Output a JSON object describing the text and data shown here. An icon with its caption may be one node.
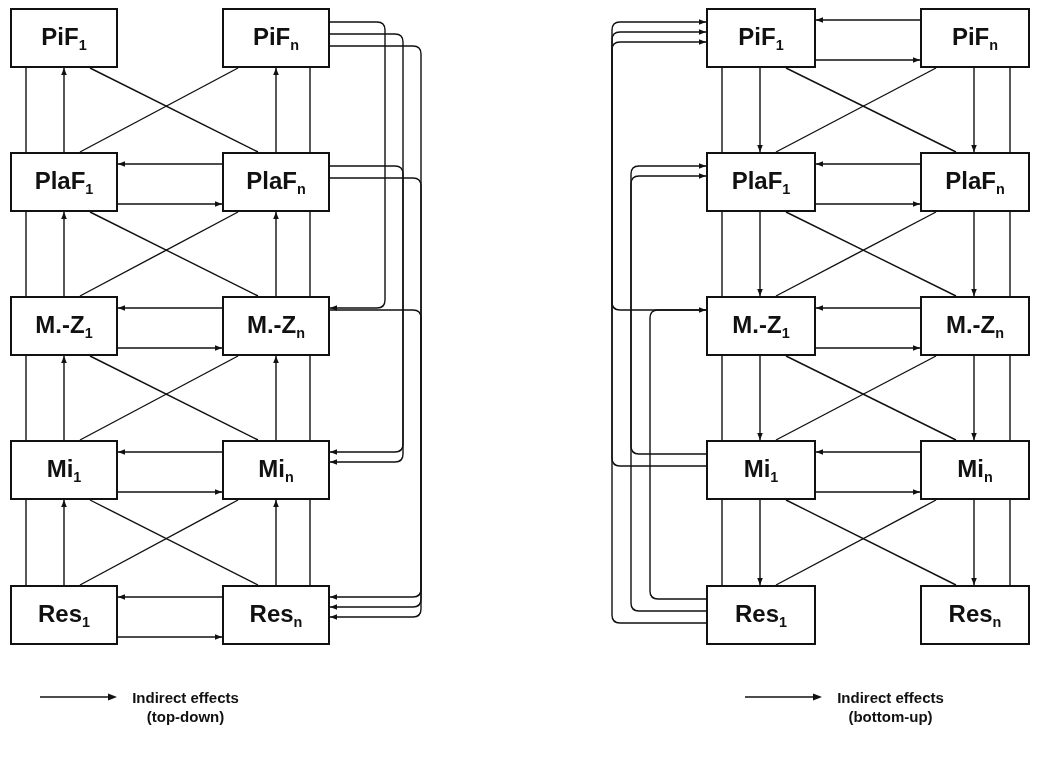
{
  "diagram": {
    "nodes": [
      {
        "text": [
          "PiF$_{1}$"
        ]
      },
      {
        "text": [
          "PiF$_{n}$"
        ]
      },
      {
        "text": [
          "PlaF$_{1}$"
        ]
      },
      {
        "text": [
          "PlaF$_{n}$"
        ]
      },
      {
        "text": [
          "M.-Z$_{1}$"
        ]
      },
      {
        "text": [
          "M.-Z$_{n}$"
        ]
      },
      {
        "text": [
          "Mi$_{1}$"
        ]
      },
      {
        "text": [
          "Mi$_{n}$"
        ]
      },
      {
        "text": [
          "Res$_{1}$"
        ]
      },
      {
        "text": [
          "Res$_{n}$"
        ]
      },
      {
        "text": [
          "PiF$_{1}$"
        ]
      },
      {
        "text": [
          "PiF$_{n}$"
        ]
      },
      {
        "text": [
          "PlaF$_{1}$"
        ]
      },
      {
        "text": [
          "PlaF$_{n}$"
        ]
      },
      {
        "text": [
          "M.-Z$_{1}$"
        ]
      },
      {
        "text": [
          "M.-Z$_{n}$"
        ]
      },
      {
        "text": [
          "Mi$_{1}$"
        ]
      },
      {
        "text": [
          "Mi$_{n}$"
        ]
      },
      {
        "text": [
          "Res$_{1}$"
        ]
      },
      {
        "text": [
          "Res$_{n}$"
        ]
      }
    ],
    "edges": [
      {
        "from": 2,
        "to": 0,
        "arrow": "to"
      },
      {
        "from": 3,
        "to": 1,
        "arrow": "to"
      },
      {
        "from": 4,
        "to": 2,
        "arrow": "to"
      },
      {
        "from": 5,
        "to": 3,
        "arrow": "to"
      },
      {
        "from": 6,
        "to": 4,
        "arrow": "to"
      },
      {
        "from": 7,
        "to": 5,
        "arrow": "to"
      },
      {
        "from": 8,
        "to": 6,
        "arrow": "to"
      },
      {
        "from": 9,
        "to": 7,
        "arrow": "to"
      },
      {
        "from": 0,
        "to": 3,
        "arrow": "none"
      },
      {
        "from": 1,
        "to": 2,
        "arrow": "none"
      },
      {
        "from": 2,
        "to": 5,
        "arrow": "none"
      },
      {
        "from": 3,
        "to": 4,
        "arrow": "none"
      },
      {
        "from": 4,
        "to": 7,
        "arrow": "none"
      },
      {
        "from": 5,
        "to": 6,
        "arrow": "none"
      },
      {
        "from": 6,
        "to": 9,
        "arrow": "none"
      },
      {
        "from": 7,
        "to": 8,
        "arrow": "none"
      },
      {
        "from": 0,
        "to": 2,
        "arrow": "none"
      },
      {
        "from": 1,
        "to": 3,
        "arrow": "none"
      },
      {
        "from": 2,
        "to": 4,
        "arrow": "none"
      },
      {
        "from": 3,
        "to": 5,
        "arrow": "none"
      },
      {
        "from": 4,
        "to": 6,
        "arrow": "none"
      },
      {
        "from": 5,
        "to": 7,
        "arrow": "none"
      },
      {
        "from": 6,
        "to": 8,
        "arrow": "none"
      },
      {
        "from": 7,
        "to": 9,
        "arrow": "none"
      },
      {
        "from": 3,
        "to": 2,
        "arrow": "to"
      },
      {
        "from": 2,
        "to": 3,
        "arrow": "to"
      },
      {
        "from": 5,
        "to": 4,
        "arrow": "to"
      },
      {
        "from": 4,
        "to": 5,
        "arrow": "to"
      },
      {
        "from": 7,
        "to": 6,
        "arrow": "to"
      },
      {
        "from": 6,
        "to": 7,
        "arrow": "to"
      },
      {
        "from": 9,
        "to": 8,
        "arrow": "to"
      },
      {
        "from": 8,
        "to": 9,
        "arrow": "to"
      },
      {
        "from": 1,
        "to": 5,
        "arrow": "to"
      },
      {
        "from": 1,
        "to": 7,
        "arrow": "to"
      },
      {
        "from": 1,
        "to": 9,
        "arrow": "to"
      },
      {
        "from": 3,
        "to": 7,
        "arrow": "to"
      },
      {
        "from": 3,
        "to": 9,
        "arrow": "to"
      },
      {
        "from": 5,
        "to": 9,
        "arrow": "to"
      },
      {
        "from": 10,
        "to": 12,
        "arrow": "to"
      },
      {
        "from": 11,
        "to": 13,
        "arrow": "to"
      },
      {
        "from": 12,
        "to": 14,
        "arrow": "to"
      },
      {
        "from": 13,
        "to": 15,
        "arrow": "to"
      },
      {
        "from": 14,
        "to": 16,
        "arrow": "to"
      },
      {
        "from": 15,
        "to": 17,
        "arrow": "to"
      },
      {
        "from": 16,
        "to": 18,
        "arrow": "to"
      },
      {
        "from": 17,
        "to": 19,
        "arrow": "to"
      },
      {
        "from": 10,
        "to": 13,
        "arrow": "none"
      },
      {
        "from": 11,
        "to": 12,
        "arrow": "none"
      },
      {
        "from": 12,
        "to": 15,
        "arrow": "none"
      },
      {
        "from": 13,
        "to": 14,
        "arrow": "none"
      },
      {
        "from": 14,
        "to": 17,
        "arrow": "none"
      },
      {
        "from": 15,
        "to": 16,
        "arrow": "none"
      },
      {
        "from": 16,
        "to": 19,
        "arrow": "none"
      },
      {
        "from": 17,
        "to": 18,
        "arrow": "none"
      },
      {
        "from": 10,
        "to": 12,
        "arrow": "none"
      },
      {
        "from": 11,
        "to": 13,
        "arrow": "none"
      },
      {
        "from": 12,
        "to": 14,
        "arrow": "none"
      },
      {
        "from": 13,
        "to": 15,
        "arrow": "none"
      },
      {
        "from": 14,
        "to": 16,
        "arrow": "none"
      },
      {
        "from": 15,
        "to": 17,
        "arrow": "none"
      },
      {
        "from": 16,
        "to": 18,
        "arrow": "none"
      },
      {
        "from": 17,
        "to": 19,
        "arrow": "none"
      },
      {
        "from": 11,
        "to": 10,
        "arrow": "to"
      },
      {
        "from": 10,
        "to": 11,
        "arrow": "to"
      },
      {
        "from": 13,
        "to": 12,
        "arrow": "to"
      },
      {
        "from": 12,
        "to": 13,
        "arrow": "to"
      },
      {
        "from": 15,
        "to": 14,
        "arrow": "to"
      },
      {
        "from": 14,
        "to": 15,
        "arrow": "to"
      },
      {
        "from": 17,
        "to": 16,
        "arrow": "to"
      },
      {
        "from": 16,
        "to": 17,
        "arrow": "to"
      },
      {
        "from": 18,
        "to": 14,
        "arrow": "to"
      },
      {
        "from": 18,
        "to": 12,
        "arrow": "to"
      },
      {
        "from": 18,
        "to": 10,
        "arrow": "to"
      },
      {
        "from": 16,
        "to": 12,
        "arrow": "to"
      },
      {
        "from": 16,
        "to": 10,
        "arrow": "to"
      },
      {
        "from": 14,
        "to": 10,
        "arrow": "to"
      }
    ],
    "legend": [
      {
        "text": "Indirect effects (top-down)"
      },
      {
        "text": "Indirect effects (bottom-up)"
      }
    ]
  }
}
